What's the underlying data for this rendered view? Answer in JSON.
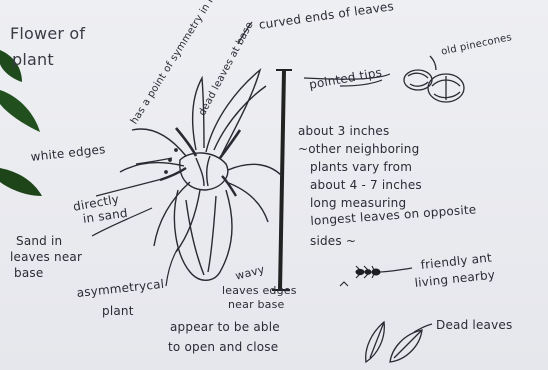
{
  "sketch": {
    "title_line1": "Flower of",
    "title_line2": "plant",
    "labels": {
      "curved_ends": "curved ends of leaves",
      "old_pinecones": "old pinecones",
      "pointed_tips": "pointed tips",
      "point_symmetry": "has a point of symmetry in leaf",
      "dead_leaves_base": "dead leaves at base",
      "white_edges": "white edges",
      "directly_in_sand_1": "directly",
      "directly_in_sand_2": "in sand",
      "sand_leaves_1": "Sand in",
      "sand_leaves_2": "leaves near",
      "sand_leaves_3": "base",
      "asymmetrical_1": "asymmetrycal",
      "asymmetrical_2": "plant",
      "wavy_1": "wavy",
      "wavy_2": "leaves edges",
      "wavy_3": "near base",
      "open_close_1": "appear to be able",
      "open_close_2": "to open and close",
      "friendly_ant_1": "friendly ant",
      "friendly_ant_2": "living nearby",
      "dead_leaves": "Dead leaves"
    },
    "measure_note": [
      "about 3 inches",
      "~other neighboring",
      "plants vary from",
      "about 4 - 7 inches",
      "long measuring",
      "longest leaves on opposite",
      "sides ~"
    ],
    "ink_color": "#2b2b36",
    "paper_color": "#eaebf0",
    "leaf_color": "#1f4a1c"
  }
}
